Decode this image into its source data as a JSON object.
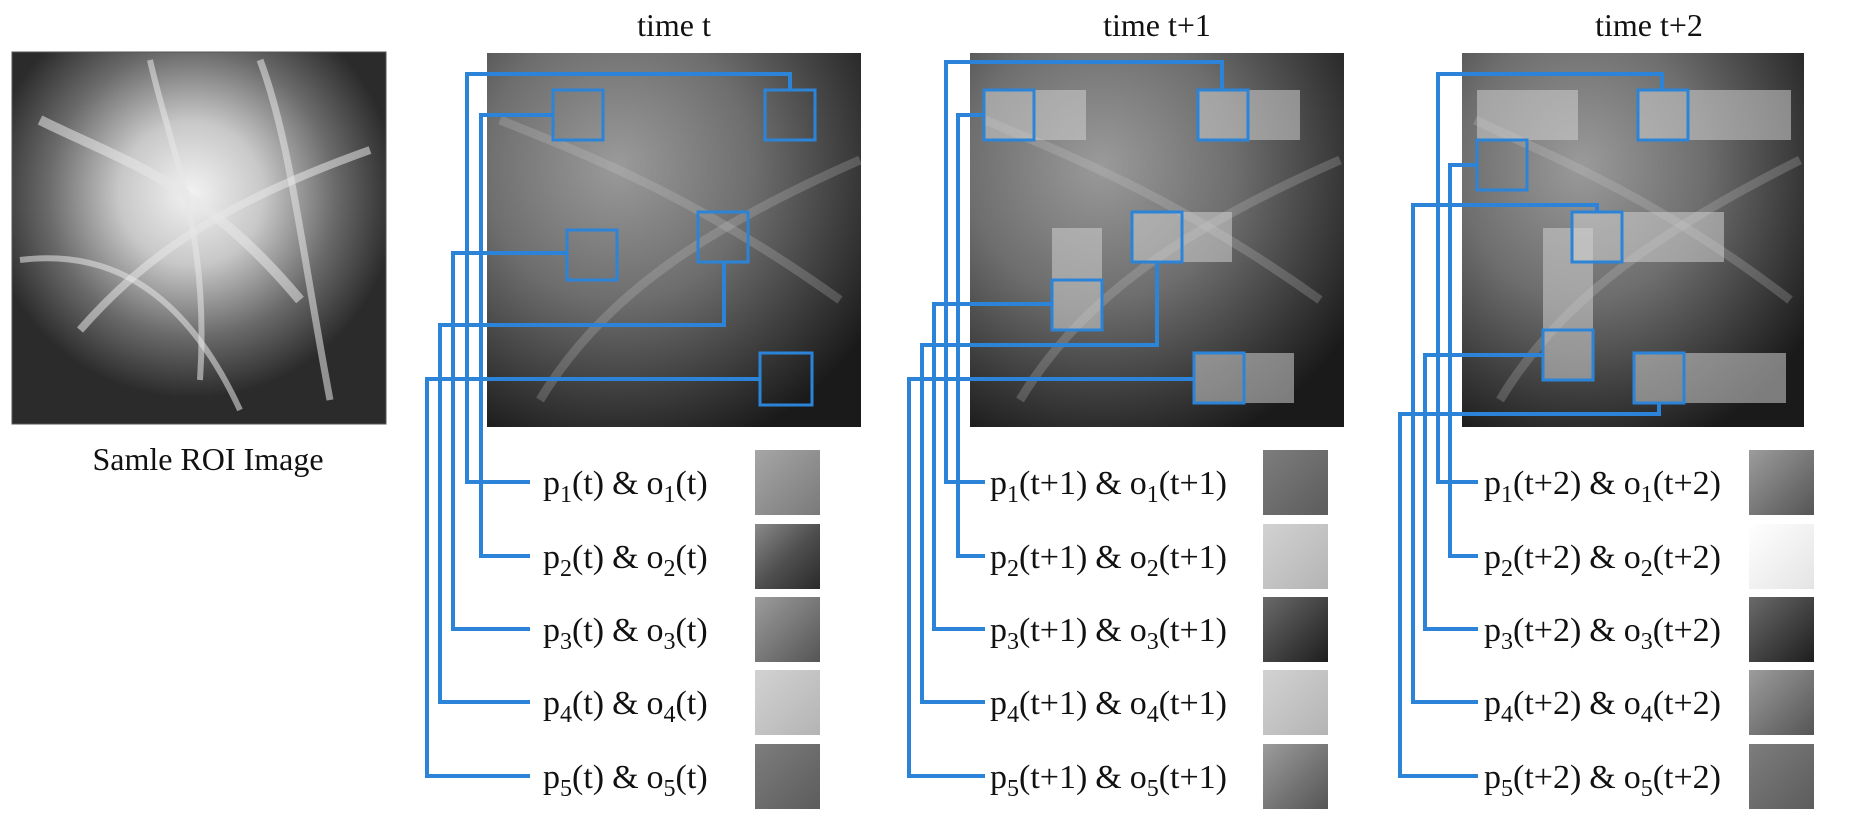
{
  "sample": {
    "caption": "Samle ROI Image"
  },
  "panels": [
    {
      "title": "time t",
      "rows": [
        {
          "p": "p",
          "p_idx": "1",
          "p_arg": "(t)",
          "amp": "&",
          "o": "o",
          "o_idx": "1",
          "o_arg": "(t)"
        },
        {
          "p": "p",
          "p_idx": "2",
          "p_arg": "(t)",
          "amp": "&",
          "o": "o",
          "o_idx": "2",
          "o_arg": "(t)"
        },
        {
          "p": "p",
          "p_idx": "3",
          "p_arg": "(t)",
          "amp": "&",
          "o": "o",
          "o_idx": "3",
          "o_arg": "(t)"
        },
        {
          "p": "p",
          "p_idx": "4",
          "p_arg": "(t)",
          "amp": "&",
          "o": "o",
          "o_idx": "4",
          "o_arg": "(t)"
        },
        {
          "p": "p",
          "p_idx": "5",
          "p_arg": "(t)",
          "amp": "&",
          "o": "o",
          "o_idx": "5",
          "o_arg": "(t)"
        }
      ]
    },
    {
      "title": "time t+1",
      "rows": [
        {
          "p": "p",
          "p_idx": "1",
          "p_arg": "(t+1)",
          "amp": "&",
          "o": "o",
          "o_idx": "1",
          "o_arg": "(t+1)"
        },
        {
          "p": "p",
          "p_idx": "2",
          "p_arg": "(t+1)",
          "amp": "&",
          "o": "o",
          "o_idx": "2",
          "o_arg": "(t+1)"
        },
        {
          "p": "p",
          "p_idx": "3",
          "p_arg": "(t+1)",
          "amp": "&",
          "o": "o",
          "o_idx": "3",
          "o_arg": "(t+1)"
        },
        {
          "p": "p",
          "p_idx": "4",
          "p_arg": "(t+1)",
          "amp": "&",
          "o": "o",
          "o_idx": "4",
          "o_arg": "(t+1)"
        },
        {
          "p": "p",
          "p_idx": "5",
          "p_arg": "(t+1)",
          "amp": "&",
          "o": "o",
          "o_idx": "5",
          "o_arg": "(t+1)"
        }
      ]
    },
    {
      "title": "time t+2",
      "rows": [
        {
          "p": "p",
          "p_idx": "1",
          "p_arg": "(t+2)",
          "amp": "&",
          "o": "o",
          "o_idx": "1",
          "o_arg": "(t+2)"
        },
        {
          "p": "p",
          "p_idx": "2",
          "p_arg": "(t+2)",
          "amp": "&",
          "o": "o",
          "o_idx": "2",
          "o_arg": "(t+2)"
        },
        {
          "p": "p",
          "p_idx": "3",
          "p_arg": "(t+2)",
          "amp": "&",
          "o": "o",
          "o_idx": "3",
          "o_arg": "(t+2)"
        },
        {
          "p": "p",
          "p_idx": "4",
          "p_arg": "(t+2)",
          "amp": "&",
          "o": "o",
          "o_idx": "4",
          "o_arg": "(t+2)"
        },
        {
          "p": "p",
          "p_idx": "5",
          "p_arg": "(t+2)",
          "amp": "&",
          "o": "o",
          "o_idx": "5",
          "o_arg": "(t+2)"
        }
      ]
    }
  ],
  "colors": {
    "connector": "#2b84d8"
  }
}
